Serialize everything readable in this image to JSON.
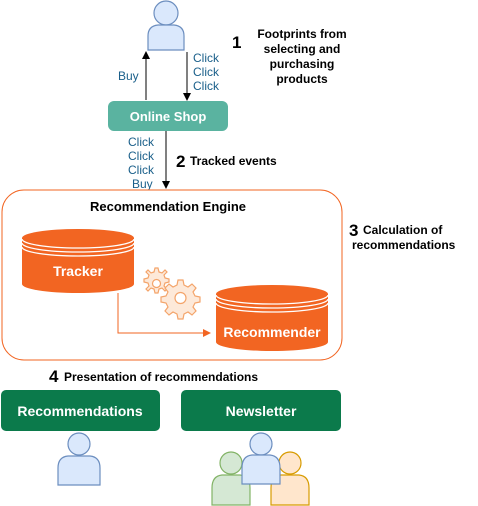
{
  "user_top": {
    "icon": "user-icon"
  },
  "steps": {
    "s1": {
      "num": "1",
      "line1": "Footprints from",
      "line2": "selecting and",
      "line3": "purchasing",
      "line4": "products"
    },
    "s2": {
      "num": "2",
      "text": "Tracked events"
    },
    "s3": {
      "num": "3",
      "line1": "Calculation of",
      "line2": "recommendations"
    },
    "s4": {
      "num": "4",
      "text": "Presentation of recommendations"
    }
  },
  "arrows": {
    "buy": "Buy",
    "click1": "Click",
    "click2": "Click",
    "click3": "Click",
    "ev_click1": "Click",
    "ev_click2": "Click",
    "ev_click3": "Click",
    "ev_buy": "Buy"
  },
  "online_shop": {
    "label": "Online Shop"
  },
  "engine": {
    "title": "Recommendation Engine",
    "tracker": "Tracker",
    "recommender": "Recommender",
    "gears_icon": "gears-icon"
  },
  "outputs": {
    "recommendations": "Recommendations",
    "newsletter": "Newsletter"
  },
  "colors": {
    "user_fill": "#dae8fc",
    "user_stroke": "#6c8ebf",
    "shop_fill": "#5ab3a0",
    "orange": "#f26522",
    "green_box": "#0b7a4b",
    "label_blue": "#1a5f8a",
    "green_user": "#d5e8d4",
    "orange_user": "#ffe6cc"
  }
}
